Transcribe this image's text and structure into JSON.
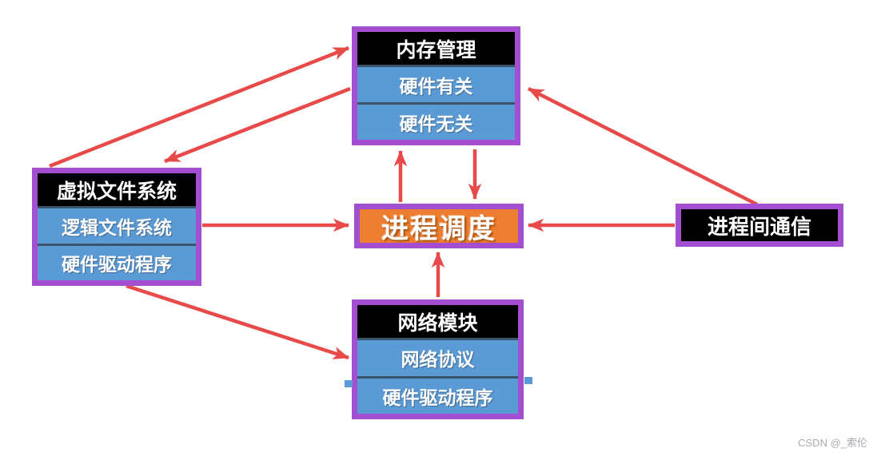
{
  "diagram": {
    "nodes": {
      "memory": {
        "title": "内存管理",
        "rows": [
          "硬件有关",
          "硬件无关"
        ]
      },
      "vfs": {
        "title": "虚拟文件系统",
        "rows": [
          "逻辑文件系统",
          "硬件驱动程序"
        ]
      },
      "scheduler": {
        "title": "进程调度"
      },
      "ipc": {
        "title": "进程间通信"
      },
      "network": {
        "title": "网络模块",
        "rows": [
          "网络协议",
          "硬件驱动程序"
        ]
      }
    },
    "edges": [
      {
        "from": "vfs",
        "to": "memory"
      },
      {
        "from": "memory",
        "to": "vfs"
      },
      {
        "from": "ipc",
        "to": "memory"
      },
      {
        "from": "scheduler",
        "to": "memory"
      },
      {
        "from": "memory",
        "to": "scheduler"
      },
      {
        "from": "vfs",
        "to": "scheduler"
      },
      {
        "from": "ipc",
        "to": "scheduler"
      },
      {
        "from": "network",
        "to": "scheduler"
      },
      {
        "from": "vfs",
        "to": "network"
      }
    ],
    "colors": {
      "border": "#A24FD2",
      "header_bg": "#000000",
      "row_bg": "#5B9BD5",
      "row_divider": "#3A5369",
      "scheduler_bg": "#ED7D31",
      "ipc_bg": "#000000",
      "arrow": "#E84A4A",
      "text": "#FFFFFF"
    }
  },
  "watermark": {
    "text": "CSDN @_索伦"
  }
}
